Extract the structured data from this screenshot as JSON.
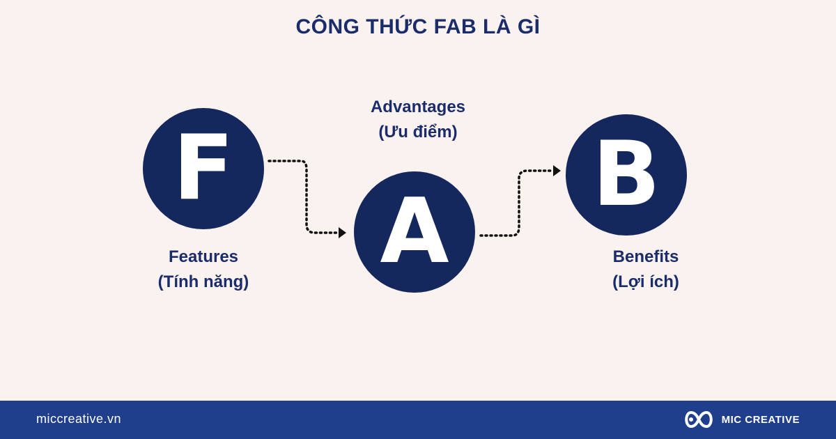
{
  "title": "CÔNG THỨC FAB LÀ GÌ",
  "nodes": [
    {
      "letter": "F",
      "name": "Features",
      "translation": "(Tính năng)"
    },
    {
      "letter": "A",
      "name": "Advantages",
      "translation": "(Ưu điểm)"
    },
    {
      "letter": "B",
      "name": "Benefits",
      "translation": "(Lợi ích)"
    }
  ],
  "colors": {
    "background": "#faf2ef",
    "circle": "#15285e",
    "text": "#1b2c6b",
    "footer": "#1f3f8c"
  },
  "footer": {
    "website": "miccreative.vn",
    "brand_name": "MIC CREATIVE",
    "brand_logo_icon": "infinity-loop-logo"
  }
}
